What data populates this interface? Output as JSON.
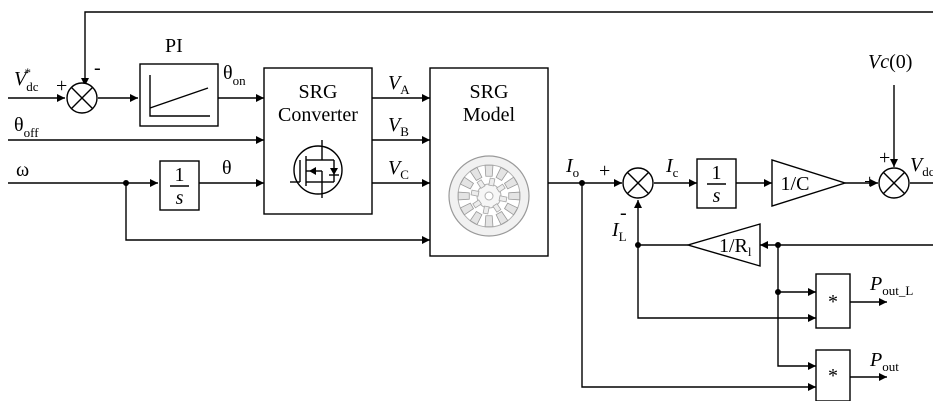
{
  "inputs": {
    "vdc_ref": {
      "main": "V",
      "sub": "dc",
      "sup": "*"
    },
    "theta_off": {
      "main": "θ",
      "sub": "off"
    },
    "omega": "ω"
  },
  "blocks": {
    "pi_title": "PI",
    "integrator": {
      "num": "1",
      "den": "s"
    },
    "converter": {
      "line1": "SRG",
      "line2": "Converter"
    },
    "model": {
      "line1": "SRG",
      "line2": "Model"
    },
    "integrator2": {
      "num": "1",
      "den": "s"
    },
    "gain_c": "1/C",
    "gain_r": {
      "main": "1/R",
      "sub": "l"
    },
    "mult1": "*",
    "mult2": "*"
  },
  "signals": {
    "theta_on": {
      "main": "θ",
      "sub": "on"
    },
    "theta": "θ",
    "va": {
      "main": "V",
      "sub": "A"
    },
    "vb": {
      "main": "V",
      "sub": "B"
    },
    "vc": {
      "main": "V",
      "sub": "C"
    },
    "io": {
      "main": "I",
      "sub": "o"
    },
    "ic": {
      "main": "I",
      "sub": "c"
    },
    "il": {
      "main": "I",
      "sub": "L"
    },
    "vc0": {
      "main": "Vc",
      "arg": "(0)"
    },
    "vdc_out": {
      "main": "V",
      "sub": "dc"
    },
    "pout_l": {
      "main": "P",
      "sub": "out_L"
    },
    "pout": {
      "main": "P",
      "sub": "out"
    }
  },
  "signs": {
    "sum1_plus": "+",
    "sum1_minus": "-",
    "sum2_plus": "+",
    "sum2_minus": "-",
    "sum3_plus_top": "+",
    "sum3_plus_left": "+"
  }
}
